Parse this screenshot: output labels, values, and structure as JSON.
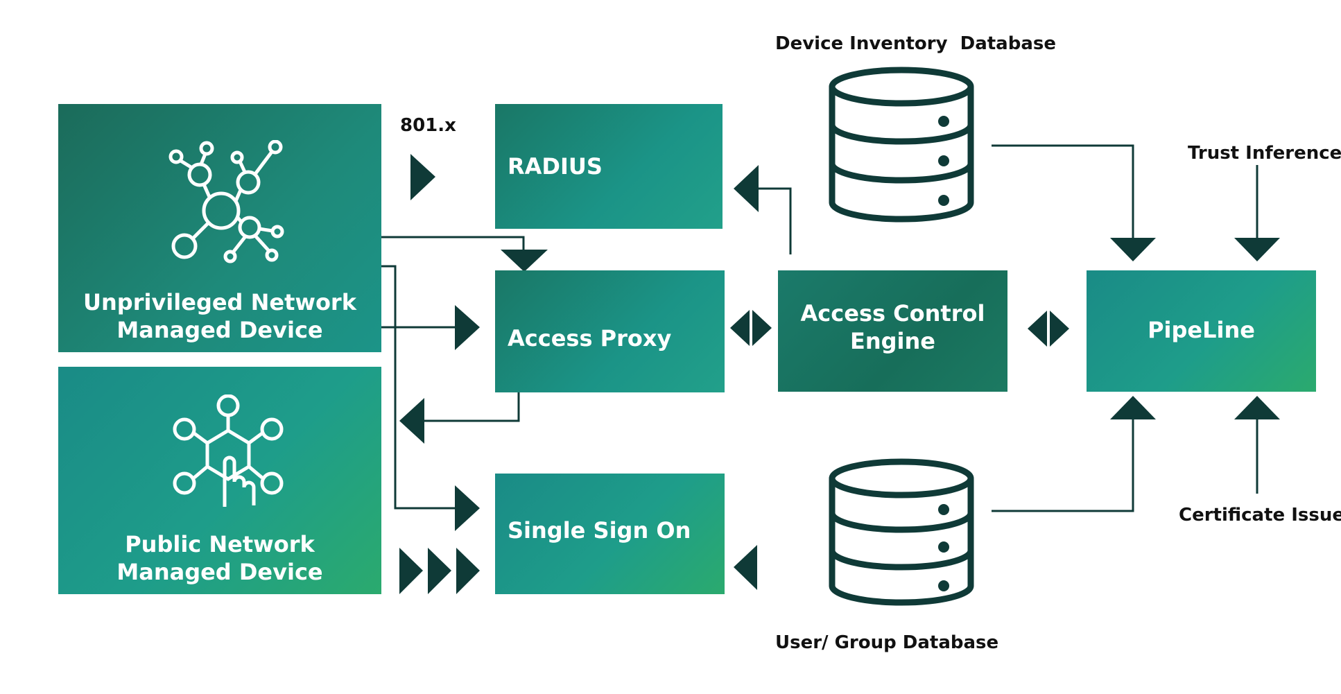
{
  "boxes": {
    "unprivileged": "Unprivileged Network\nManaged Device",
    "public": "Public Network\nManaged  Device",
    "radius": "RADIUS",
    "access_proxy": "Access Proxy",
    "single_sign_on": "Single Sign On",
    "access_control_engine": "Access Control\nEngine",
    "pipeline": "PipeLine"
  },
  "labels": {
    "protocol": "801.x",
    "device_inventory_db": "Device Inventory  Database",
    "user_group_db": "User/ Group Database",
    "trust_inference": "Trust Inference",
    "certificate_issuer": "Certificate Issuer"
  },
  "icons": {
    "network": "network-nodes-icon",
    "users": "users-touch-icon",
    "database": "database-icon"
  },
  "colors": {
    "arrow": "#0f3a37",
    "green_dark": "#1b6b5a",
    "teal": "#1c9488",
    "green_light": "#2baa6e"
  }
}
